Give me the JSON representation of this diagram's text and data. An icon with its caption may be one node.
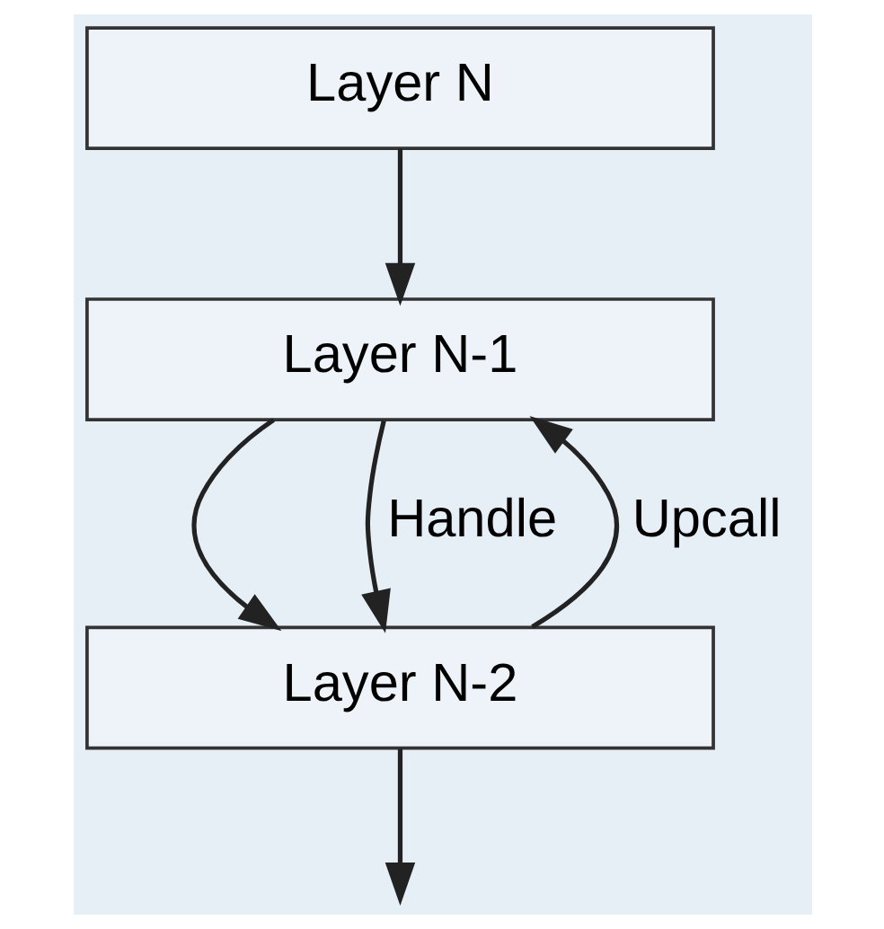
{
  "diagram": {
    "nodes": [
      {
        "text": [
          "Layer N"
        ]
      },
      {
        "text": [
          "Layer N-1"
        ]
      },
      {
        "text": [
          "Layer N-2"
        ]
      }
    ],
    "edges": [
      {
        "from": 0,
        "to": 1,
        "arrow": "to"
      },
      {
        "from": 1,
        "to": 2,
        "arrow": "to"
      },
      {
        "from": 1,
        "to": 2,
        "arrow": "to",
        "label": "Handle"
      },
      {
        "from": 2,
        "to": 1,
        "arrow": "to",
        "label": "Upcall"
      },
      {
        "from": 2,
        "to": null,
        "arrow": "to"
      }
    ]
  }
}
